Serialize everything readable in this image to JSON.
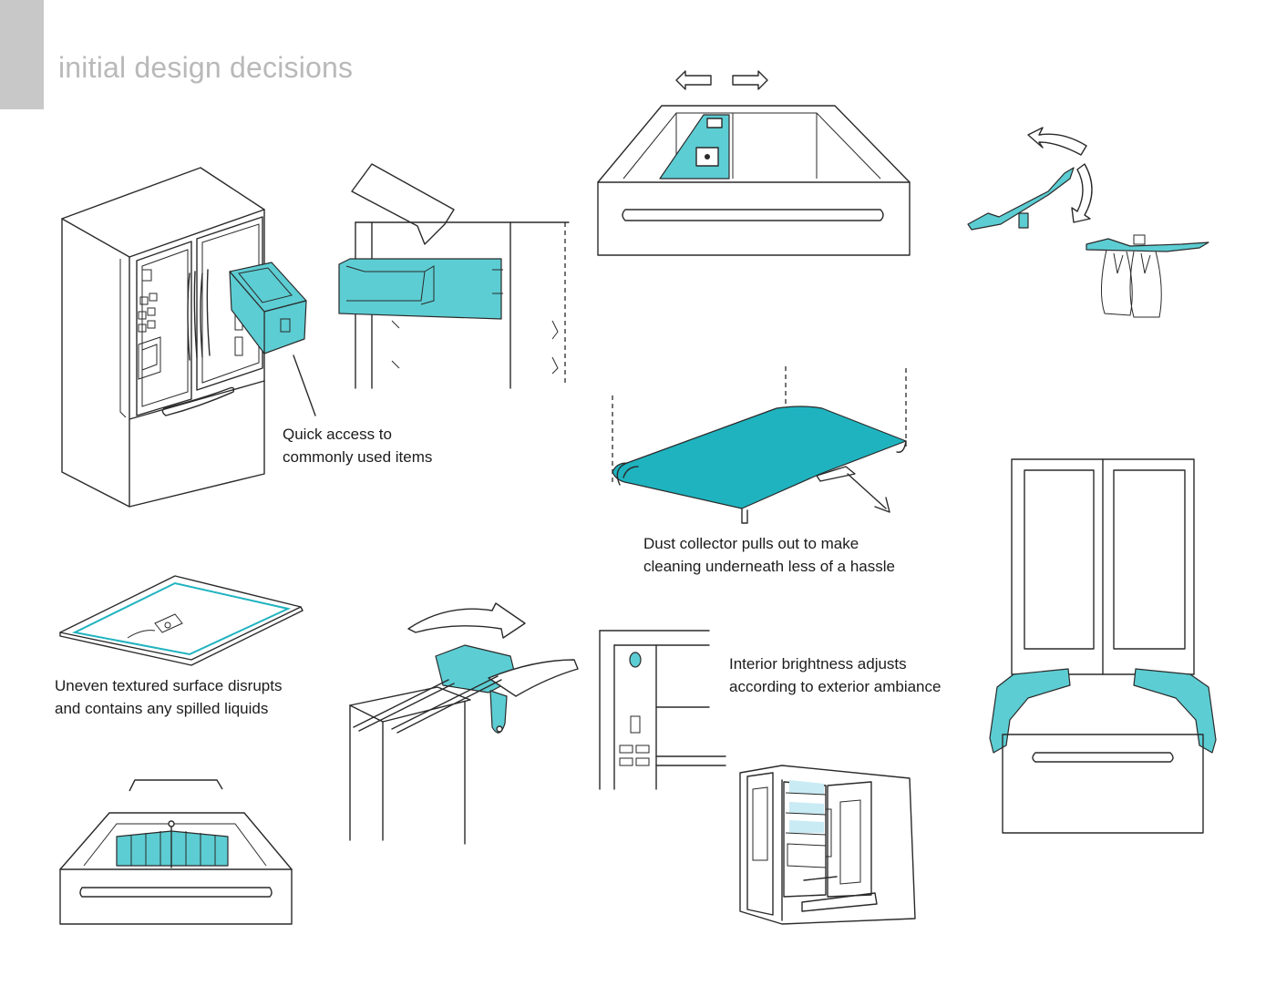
{
  "page": {
    "title": "initial design decisions"
  },
  "captions": {
    "quick_access": [
      "Quick access to",
      "commonly used items"
    ],
    "dust_collector": [
      "Dust collector pulls out to make",
      "cleaning underneath less of a hassle"
    ],
    "textured_surface": [
      "Uneven textured surface disrupts",
      "and contains any spilled liquids"
    ],
    "interior_brightness": [
      "Interior brightness adjusts",
      "according to exterior ambiance"
    ]
  },
  "colors": {
    "accent_teal": "#5ccdd3",
    "accent_teal_dark": "#1fb3bf",
    "title_gray": "#b9b9b9",
    "tab_gray": "#c8c8c8",
    "light_blue": "#c9ebf4"
  }
}
